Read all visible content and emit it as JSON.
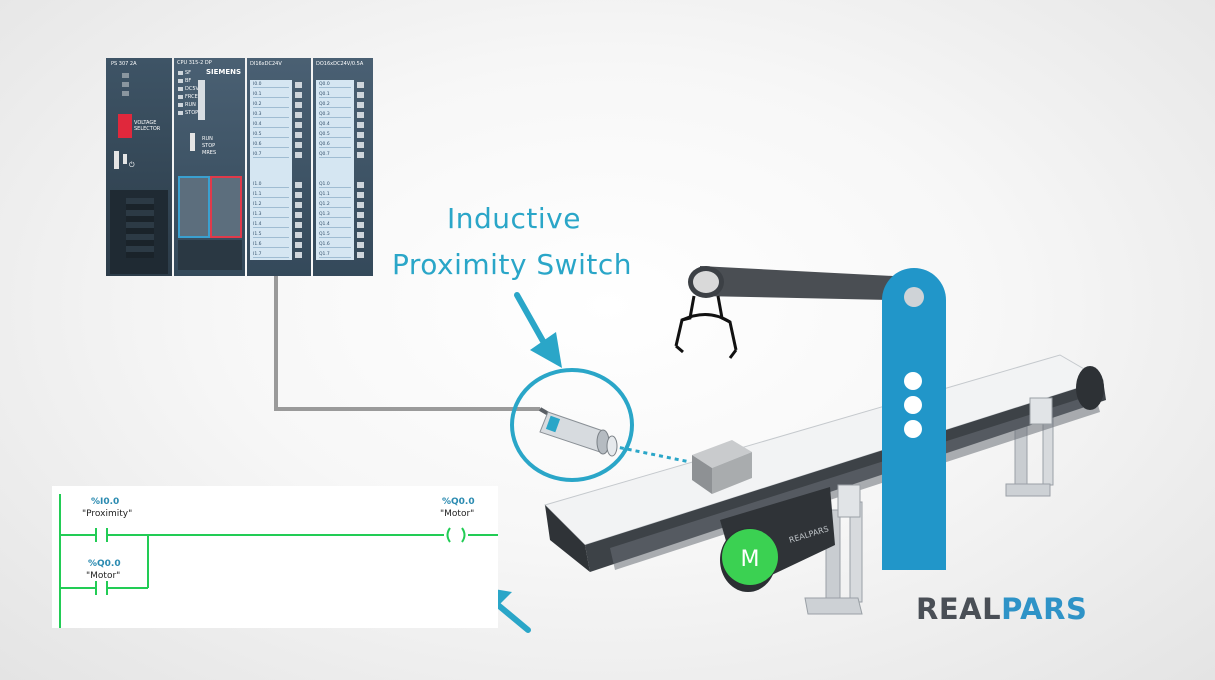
{
  "callout": {
    "line1": "Inductive",
    "line2": "Proximity Switch"
  },
  "ladder": {
    "rung1_contact_address": "%I0.0",
    "rung1_contact_tag": "\"Proximity\"",
    "rung1_coil_address": "%Q0.0",
    "rung1_coil_tag": "\"Motor\"",
    "rung2_contact_address": "%Q0.0",
    "rung2_contact_tag": "\"Motor\""
  },
  "plc": {
    "brand": "SIEMENS",
    "psu_label": "PS 307 2A",
    "cpu_label": "CPU 315-2 DP",
    "di_module_label": "DI16xDC24V",
    "do_module_label": "DO16xDC24V/0.5A",
    "cpu_status_leds": [
      "SF",
      "BF",
      "DC5V",
      "FRCE",
      "RUN",
      "STOP"
    ],
    "psu_selector": "VOLTAGE SELECTOR",
    "mode_switch": [
      "RUN",
      "STOP",
      "MRES"
    ],
    "di_labels": [
      "I0.0",
      "I0.1",
      "I0.2",
      "I0.3",
      "I0.4",
      "I0.5",
      "I0.6",
      "I0.7",
      "I1.0",
      "I1.1",
      "I1.2",
      "I1.3",
      "I1.4",
      "I1.5",
      "I1.6",
      "I1.7"
    ],
    "do_labels": [
      "Q0.0",
      "Q0.1",
      "Q0.2",
      "Q0.3",
      "Q0.4",
      "Q0.5",
      "Q0.6",
      "Q0.7",
      "Q1.0",
      "Q1.1",
      "Q1.2",
      "Q1.3",
      "Q1.4",
      "Q1.5",
      "Q1.6",
      "Q1.7"
    ]
  },
  "motor": {
    "label": "M"
  },
  "logo": {
    "part1": "REAL",
    "part2": "PARS"
  },
  "colors": {
    "accent_cyan": "#2aa6c8",
    "pillar_blue": "#2196c9",
    "ladder_green": "#22cc55",
    "motor_green": "#3bd152",
    "wire_gray": "#9a9a9a"
  }
}
